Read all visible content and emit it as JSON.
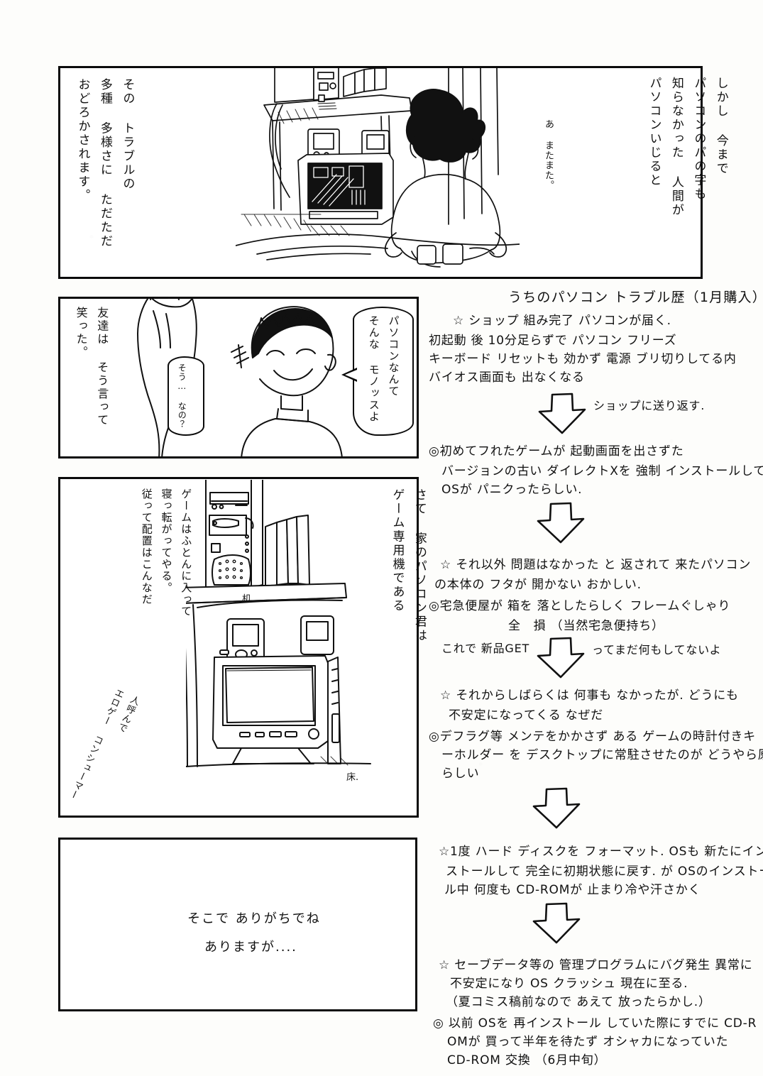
{
  "page": {
    "kind": "doujinshi-manga-page",
    "background_color": "#fdfdfb",
    "ink_color": "#111111"
  },
  "panels": [
    {
      "id": "panel-1",
      "caption_left": "その トラブルの\n多種 多様さに ただただ\nおどろかされます。",
      "caption_right": "しかし 今まで\nパソコンのパの字も\n知らなかった 人間が\nパソコンいじると",
      "sfx": "あ またまた。",
      "scene": "a boy sitting cross-legged on a futon in front of a desktop PC under a desk"
    },
    {
      "id": "panel-2",
      "bubble_main": "パソコンなんて\nそんな モノッスよ",
      "bubble_small": "そう… なの？",
      "caption_left": "友達は そう言って\n笑った。",
      "scene": "smiling friend talking to the narrator"
    },
    {
      "id": "panel-3",
      "caption_right": "さて 家のパソコン君は\nゲーム専用機である",
      "caption_mid": "ゲームはふとんに入って\n寝っ転がってやる。\n従って配置はこんなだ",
      "caption_diagonal": "人呼んで\nエロゲー コンシューマー",
      "label_desk": "机.",
      "label_floor": "床.",
      "scene": "PC tower on a desk with the CRT monitor and speakers placed on the floor below"
    },
    {
      "id": "panel-4",
      "line_1": "そこで ありがちでね",
      "line_2": "ありますが...."
    }
  ],
  "trouble_log": {
    "title": "うちのパソコン トラブル歴（1月購入）",
    "entries": [
      {
        "marker": "☆",
        "lines": [
          "☆ ショップ 組み完了 パソコンが届く.",
          "初起動 後 10分足らずで パソコン フリーズ",
          "キーボード リセットも 効かず 電源 ブリ切りしてる内",
          "バイオス画面も 出なくなる"
        ],
        "arrow_note": "ショップに送り返す."
      },
      {
        "marker": "◎",
        "lines": [
          "◎初めてフれたゲームが 起動画面を出さずた",
          "バージョンの古い ダイレクトXを 強制 インストールして",
          "OSが パニクったらしい."
        ],
        "arrow_note": ""
      },
      {
        "marker": "☆",
        "lines": [
          "☆ それ以外 問題はなかった と 返されて 来たパソコン",
          "の本体の フタが 開かない おかしい."
        ],
        "arrow_note": ""
      },
      {
        "marker": "◎",
        "lines": [
          "◎宅急便屋が 箱を 落としたらしく フレームぐしゃり",
          "全　損 （当然宅急便持ち）"
        ],
        "arrow_note": "",
        "arrow_left_note": "これで 新品GET",
        "arrow_right_note": "ってまだ何もしてないよ"
      },
      {
        "marker": "☆",
        "lines": [
          "☆ それからしばらくは 何事も なかったが. どうにも",
          "不安定になってくる なぜだ"
        ],
        "arrow_note": ""
      },
      {
        "marker": "◎",
        "lines": [
          "◎デフラグ等 メンテをかかさず ある ゲームの時計付きキ",
          "ーホルダー を デスクトップに常駐させたのが どうやら原因",
          "らしい"
        ],
        "arrow_note": ""
      },
      {
        "marker": "☆",
        "lines": [
          "☆1度 ハード ディスクを フォーマット. OSも 新たにイン",
          "ストールして 完全に初期状態に戻す. が OSのインストー",
          "ル中 何度も CD-ROMが 止まり冷や汗さかく"
        ],
        "arrow_note": ""
      },
      {
        "marker": "☆",
        "lines": [
          "☆ セーブデータ等の 管理プログラムにバグ発生 異常に",
          "不安定になり OS クラッシュ 現在に至る.",
          "（夏コミス稿前なので あえて 放ったらかし.）"
        ],
        "arrow_note": ""
      },
      {
        "marker": "◎",
        "lines": [
          "◎ 以前 OSを 再インストール していた際にすでに CD-R",
          "OMが 買って半年を待たず オシャカになっていた",
          "CD-ROM 交換 （6月中旬）"
        ],
        "arrow_note": ""
      }
    ],
    "arrow_notes": {
      "after_entry_1": "ショップに送り返す.",
      "before_arrow_4_left": "これで 新品GET",
      "after_arrow_4_right": "ってまだ何もしてないよ"
    }
  }
}
